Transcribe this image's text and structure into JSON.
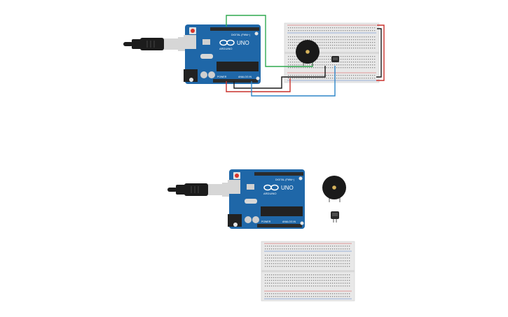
{
  "colors": {
    "board": "#1f67a8",
    "board_dark": "#174f82",
    "header": "#2b2b2b",
    "chip": "#222222",
    "usb_metal": "#d6d6d6",
    "cable": "#1c1c1c",
    "breadboard": "#e8e8e8",
    "rail_red": "#d94a4a",
    "rail_blue": "#4a78c8",
    "wire_green": "#2fa84f",
    "wire_red": "#c9302c",
    "wire_blue": "#2e86c8",
    "wire_black": "#1a1a1a",
    "buzzer": "#1a1a1a",
    "sensor": "#2a2a2a"
  },
  "board_labels": {
    "model": "UNO",
    "brand": "ARDUINO",
    "digital": "DIGITAL (PWM~)",
    "power": "POWER",
    "analog": "ANALOG IN"
  },
  "icons": {
    "logo": "infinity-logo-icon",
    "reset": "reset-button-icon"
  },
  "circuits": [
    {
      "id": "wired",
      "has_wires": true
    },
    {
      "id": "unwired",
      "has_wires": false
    }
  ]
}
